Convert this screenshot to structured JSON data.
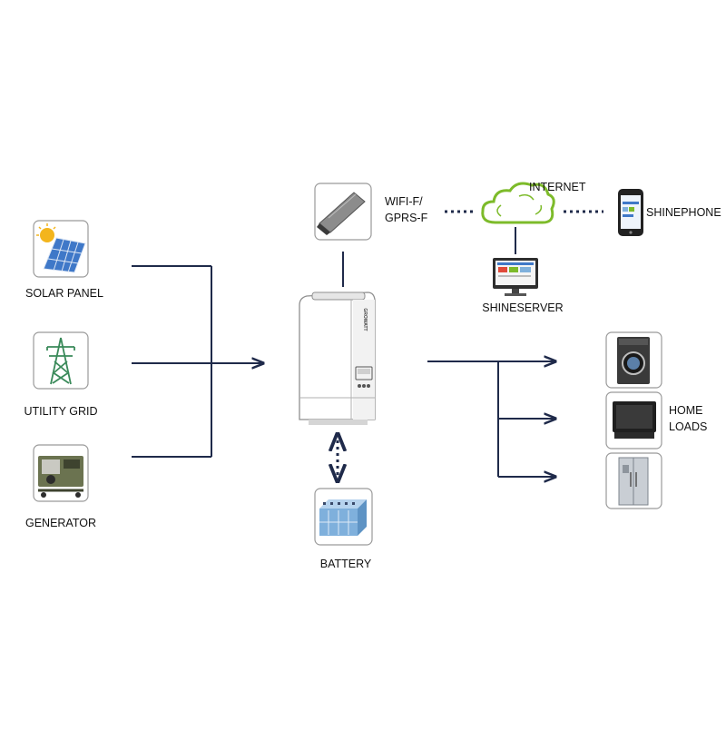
{
  "labels": {
    "solar_panel": "SOLAR PANEL",
    "utility_grid": "UTILITY GRID",
    "generator": "GENERATOR",
    "battery": "BATTERY",
    "wifi_line1": "WIFI-F/",
    "wifi_line2": "GPRS-F",
    "internet": "INTERNET",
    "shinephone": "SHINEPHONE",
    "shineserver": "SHINESERVER",
    "home_line1": "HOME",
    "home_line2": "LOADS",
    "inverter_brand": "GROWATT"
  },
  "colors": {
    "line": "#1f2a4a",
    "frame": "#9a9a9a",
    "cloud": "#7dbb2a",
    "solar_cell": "#3f78c8",
    "sun": "#f3b51d",
    "pylon": "#3a8a5a",
    "generator": "#6b7350",
    "battery": "#7fb0dc",
    "appliance": "#3a3a3a"
  }
}
